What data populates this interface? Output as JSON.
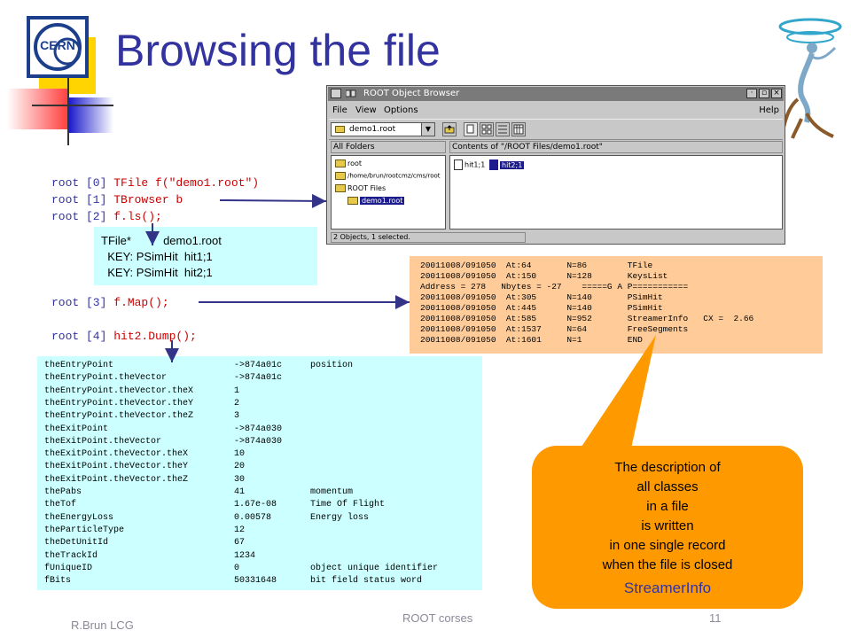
{
  "slide": {
    "title": "Browsing the file",
    "logo_text": "CERN",
    "footer_left": "R.Brun LCG",
    "footer_center": "ROOT corses",
    "page_number": "11"
  },
  "commands": [
    {
      "prompt": "root [0] ",
      "code": "TFile f(\"demo1.root\")"
    },
    {
      "prompt": "root [1] ",
      "code": "TBrowser b"
    },
    {
      "prompt": "root [2] ",
      "code": "f.ls();"
    },
    {
      "prompt": "root [3] ",
      "code": "f.Map();"
    },
    {
      "prompt": "root [4] ",
      "code": "hit2.Dump();"
    }
  ],
  "ls_output": [
    "TFile*          demo1.root",
    "  KEY: PSimHit  hit1;1",
    "  KEY: PSimHit  hit2;1"
  ],
  "browser": {
    "title": "ROOT Object Browser",
    "menus": [
      "File",
      "View",
      "Options",
      "Help"
    ],
    "combo_value": "demo1.root",
    "left_header": "All Folders",
    "right_header": "Contents of \"/ROOT Files/demo1.root\"",
    "tree": [
      "root",
      "/home/brun/rootcmz/cms/root",
      "ROOT Files",
      "demo1.root"
    ],
    "contents": [
      "hit1;1",
      "hit2;1"
    ],
    "status": "2 Objects, 1 selected.",
    "colors": {
      "titlebar": "#7a7a7a",
      "selection": "#1c1c8c"
    }
  },
  "map_output": [
    "20011008/091050  At:64       N=86        TFile",
    "20011008/091050  At:150      N=128       KeysList",
    "Address = 278   Nbytes = -27    =====G A P===========",
    "20011008/091050  At:305      N=140       PSimHit",
    "20011008/091050  At:445      N=140       PSimHit",
    "20011008/091050  At:585      N=952       StreamerInfo   CX =  2.66",
    "20011008/091050  At:1537     N=64        FreeSegments",
    "20011008/091050  At:1601     N=1         END"
  ],
  "dump_rows": [
    [
      "theEntryPoint",
      "->874a01c",
      "position"
    ],
    [
      "theEntryPoint.theVector",
      "->874a01c",
      ""
    ],
    [
      "theEntryPoint.theVector.theX",
      "1",
      ""
    ],
    [
      "theEntryPoint.theVector.theY",
      "2",
      ""
    ],
    [
      "theEntryPoint.theVector.theZ",
      "3",
      ""
    ],
    [
      "theExitPoint",
      "->874a030",
      ""
    ],
    [
      "theExitPoint.theVector",
      "->874a030",
      ""
    ],
    [
      "theExitPoint.theVector.theX",
      "10",
      ""
    ],
    [
      "theExitPoint.theVector.theY",
      "20",
      ""
    ],
    [
      "theExitPoint.theVector.theZ",
      "30",
      ""
    ],
    [
      "thePabs",
      "41",
      "momentum"
    ],
    [
      "theTof",
      "1.67e-08",
      "Time Of Flight"
    ],
    [
      "theEnergyLoss",
      "0.00578",
      "Energy loss"
    ],
    [
      "theParticleType",
      "12",
      ""
    ],
    [
      "theDetUnitId",
      "67",
      ""
    ],
    [
      "theTrackId",
      "1234",
      ""
    ],
    [
      "fUniqueID",
      "0",
      "object unique identifier"
    ],
    [
      "fBits",
      "50331648",
      "bit field status word"
    ]
  ],
  "callout": {
    "lines": [
      "The description of",
      "all classes",
      "in a file",
      "is written",
      "in one single record",
      "when the file is closed"
    ],
    "highlight": "StreamerInfo",
    "color": "#ff9900"
  }
}
